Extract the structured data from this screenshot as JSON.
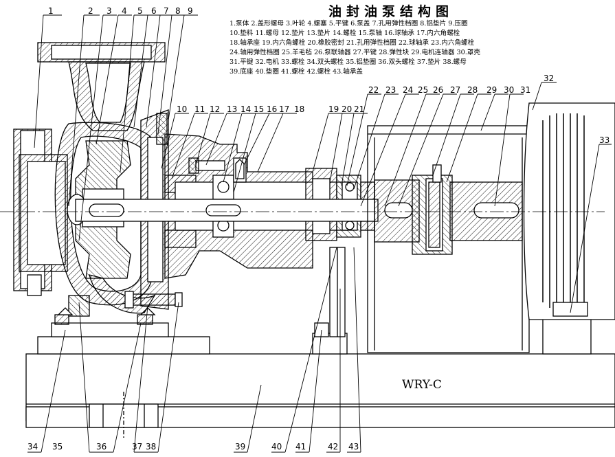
{
  "title": "油封油泵结构图",
  "model_label": "WRY-C",
  "legend_lines": [
    "1.泵体 2.盖形螺母 3.叶轮 4.螺塞 5.平键 6.泵盖 7.孔用弹性档圈 8.铝垫片 9.压圈",
    "10.垫料 11.螺母 12.垫片 13.垫片 14.螺栓 15.泵轴 16.球轴承 17.内六角螺栓",
    "18.轴承座 19.内六角螺栓 20.橡胶密封 21.孔用弹性档圈 22.球轴承 23.内六角螺栓",
    "24.轴用弹性档圈 25.羊毛毡 26.泵联轴器 27.平键 28.弹性块 29.电机连轴器 30.罩壳",
    "31.平键 32.电机 33.螺栓 34.双头螺栓 35.铝垫圈 36.双头螺栓 37.垫片 38.螺母",
    "39.底座 40.垫圈 41.螺栓 42.螺栓 43.轴承盖"
  ],
  "top_callouts": [
    "1",
    "2",
    "3",
    "4",
    "5",
    "6",
    "7",
    "8",
    "9",
    "10",
    "11",
    "12",
    "13",
    "14",
    "15",
    "16",
    "17",
    "18",
    "19",
    "20",
    "21",
    "22",
    "23",
    "24",
    "25",
    "26",
    "27",
    "28",
    "29",
    "30",
    "31",
    "32",
    "33"
  ],
  "bottom_callouts": [
    "34",
    "35",
    "36",
    "37",
    "38",
    "39",
    "40",
    "41",
    "42",
    "43"
  ]
}
